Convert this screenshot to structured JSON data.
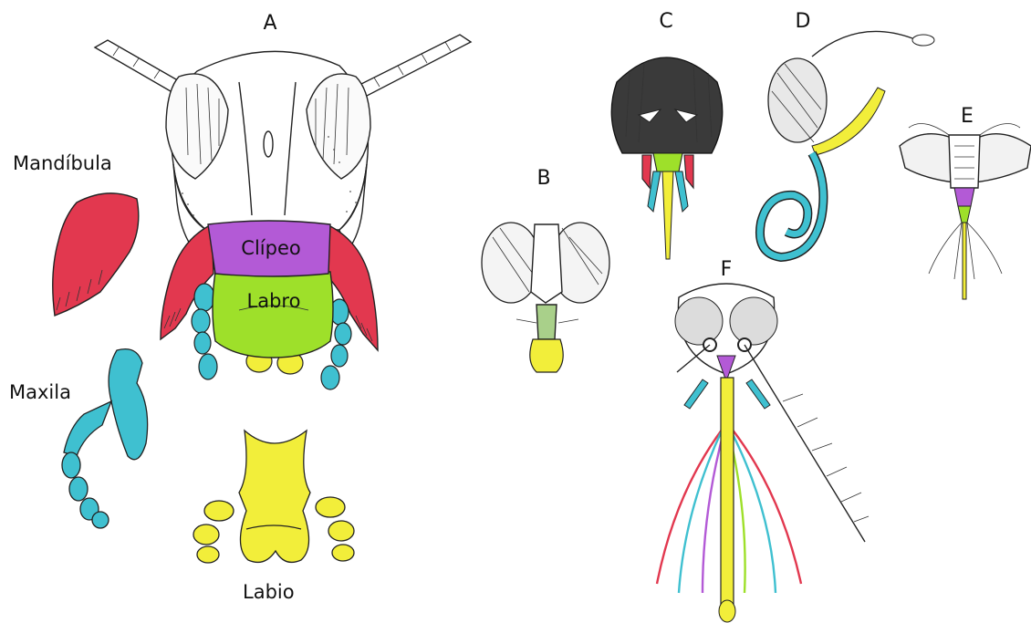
{
  "figure_letters": [
    "A",
    "B",
    "C",
    "D",
    "E",
    "F"
  ],
  "parts": {
    "mandibula": "Mandíbula",
    "maxila": "Maxila",
    "labio": "Labio",
    "clipeo": "Clípeo",
    "labro": "Labro"
  },
  "colors": {
    "mandible": "#e2384f",
    "clypeus": "#b35ad6",
    "labrum": "#9ee02a",
    "maxilla": "#3fc0d0",
    "labium": "#f2ee3a",
    "outline": "#222222"
  }
}
